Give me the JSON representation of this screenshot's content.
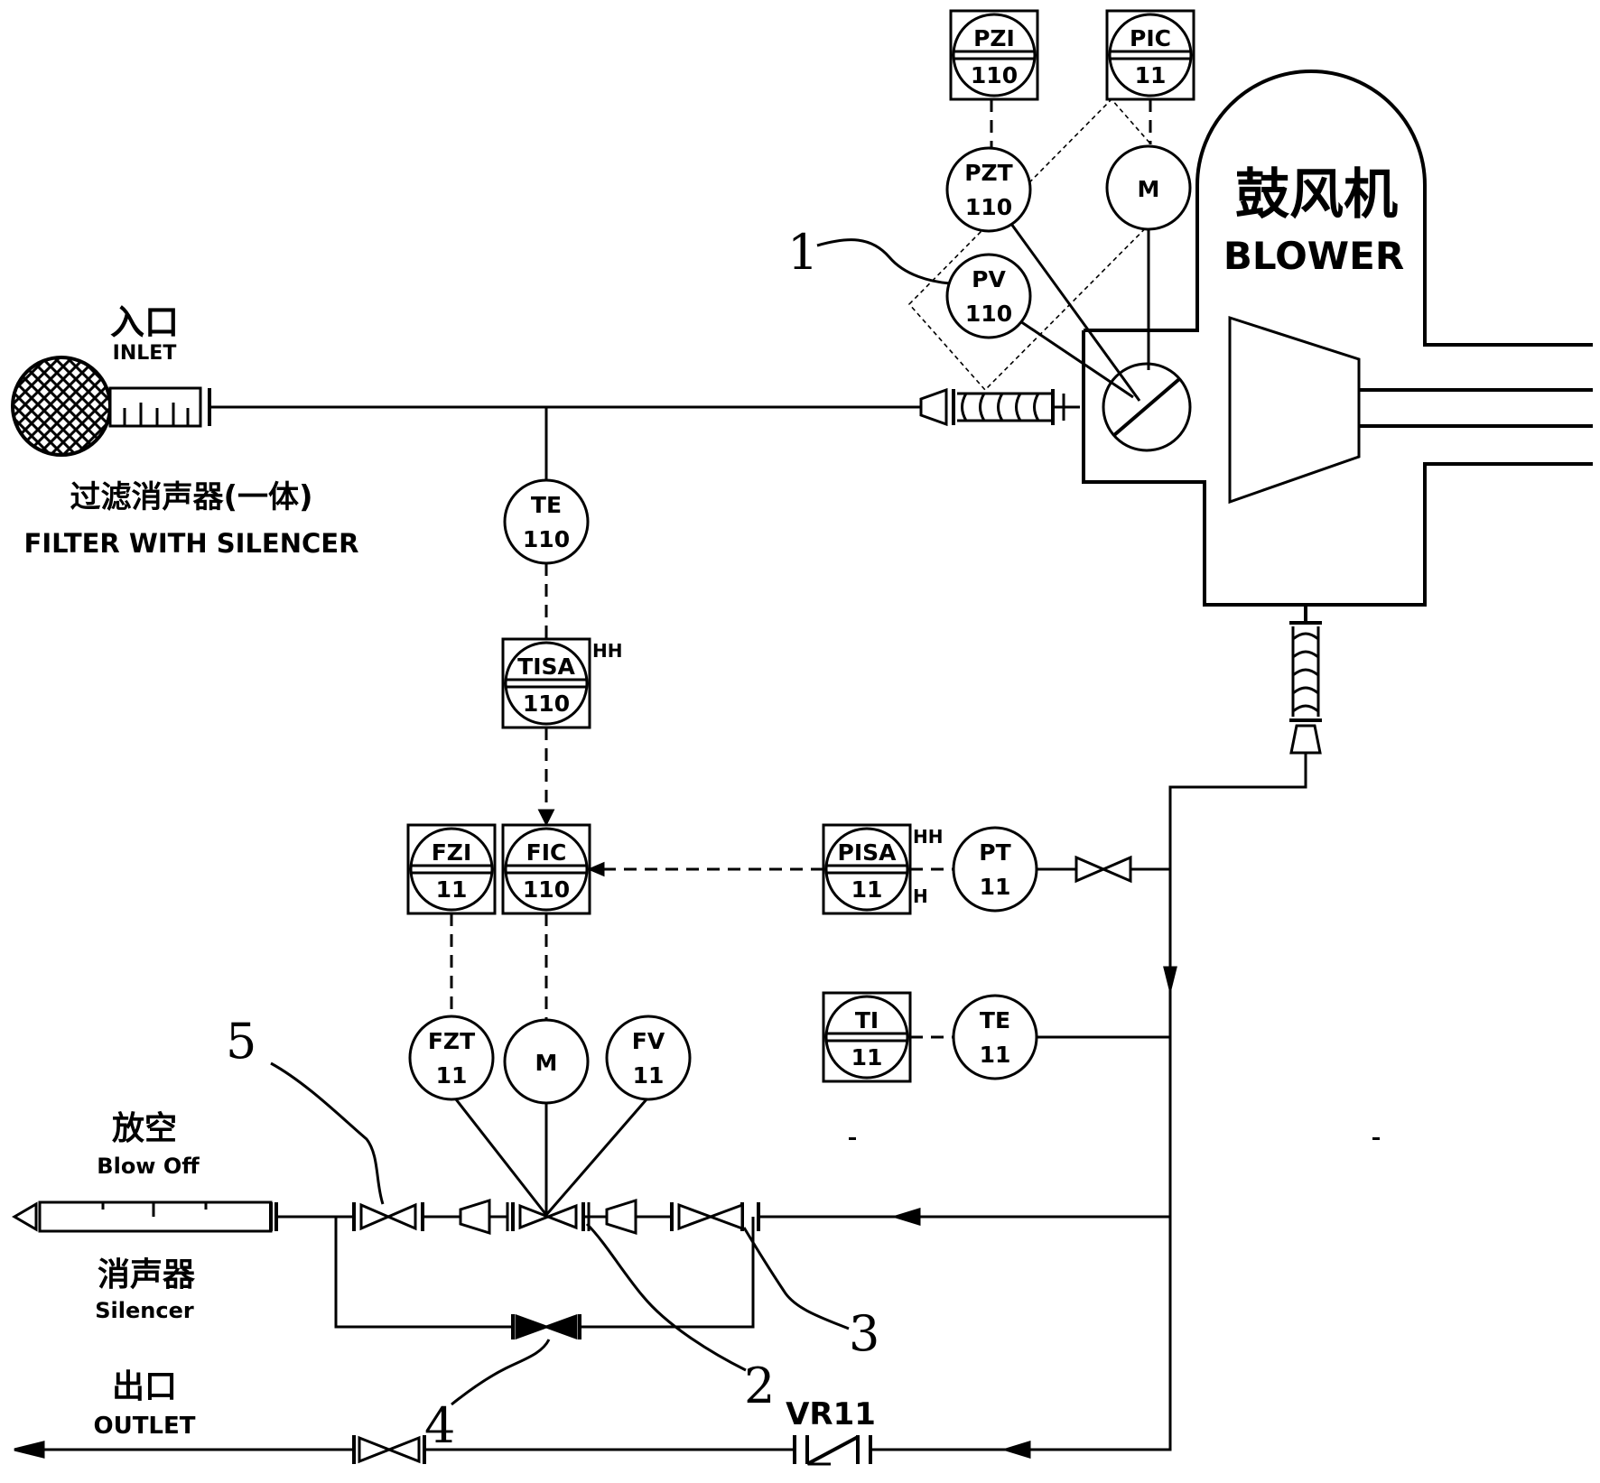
{
  "labels": {
    "blower_cn": "鼓风机",
    "blower_en": "BLOWER",
    "inlet_cn": "入口",
    "inlet_en": "INLET",
    "filter_cn": "过滤消声器(一体)",
    "filter_en": "FILTER WITH SILENCER",
    "blowoff_cn": "放空",
    "blowoff_en": "Blow Off",
    "silencer_cn": "消声器",
    "silencer_en": "Silencer",
    "outlet_cn": "出口",
    "outlet_en": "OUTLET",
    "check_valve_tag": "VR11"
  },
  "callouts": [
    "1",
    "2",
    "3",
    "4",
    "5"
  ],
  "instruments": {
    "pzi_110": {
      "tag": "PZI",
      "num": "110"
    },
    "pic_11": {
      "tag": "PIC",
      "num": "11"
    },
    "pzt_110": {
      "tag": "PZT",
      "num": "110"
    },
    "m_top": {
      "tag": "M"
    },
    "pv_110": {
      "tag": "PV",
      "num": "110"
    },
    "te_110": {
      "tag": "TE",
      "num": "110"
    },
    "tisa_110": {
      "tag": "TISA",
      "num": "110",
      "alarm": "HH"
    },
    "fzi_11": {
      "tag": "FZI",
      "num": "11"
    },
    "fic_110": {
      "tag": "FIC",
      "num": "110"
    },
    "pisa_11": {
      "tag": "PISA",
      "num": "11",
      "alarm_hh": "HH",
      "alarm_h": "H"
    },
    "pt_11": {
      "tag": "PT",
      "num": "11"
    },
    "ti_11": {
      "tag": "TI",
      "num": "11"
    },
    "te_11": {
      "tag": "TE",
      "num": "11"
    },
    "fzt_11": {
      "tag": "FZT",
      "num": "11"
    },
    "m_bottom": {
      "tag": "M"
    },
    "fv_11": {
      "tag": "FV",
      "num": "11"
    }
  }
}
